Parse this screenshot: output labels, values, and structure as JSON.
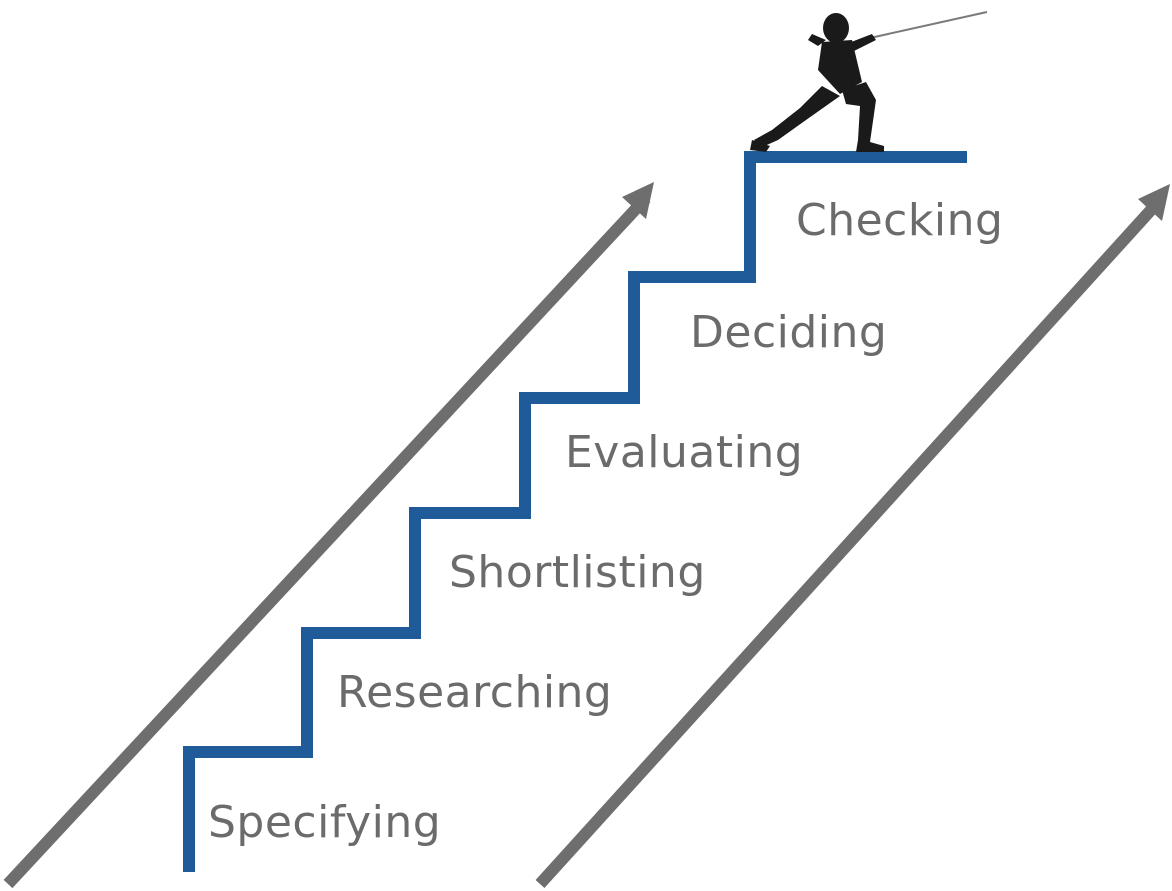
{
  "diagram": {
    "steps": [
      {
        "label": "Specifying"
      },
      {
        "label": "Researching"
      },
      {
        "label": "Shortlisting"
      },
      {
        "label": "Evaluating"
      },
      {
        "label": "Deciding"
      },
      {
        "label": "Checking"
      }
    ],
    "colors": {
      "staircase": "#1f5a99",
      "arrows": "#6e6e6e",
      "text": "#6b6b6b",
      "figure": "#1a1a1a"
    },
    "icons": {
      "top_figure": "fencer-lunge-icon"
    }
  }
}
